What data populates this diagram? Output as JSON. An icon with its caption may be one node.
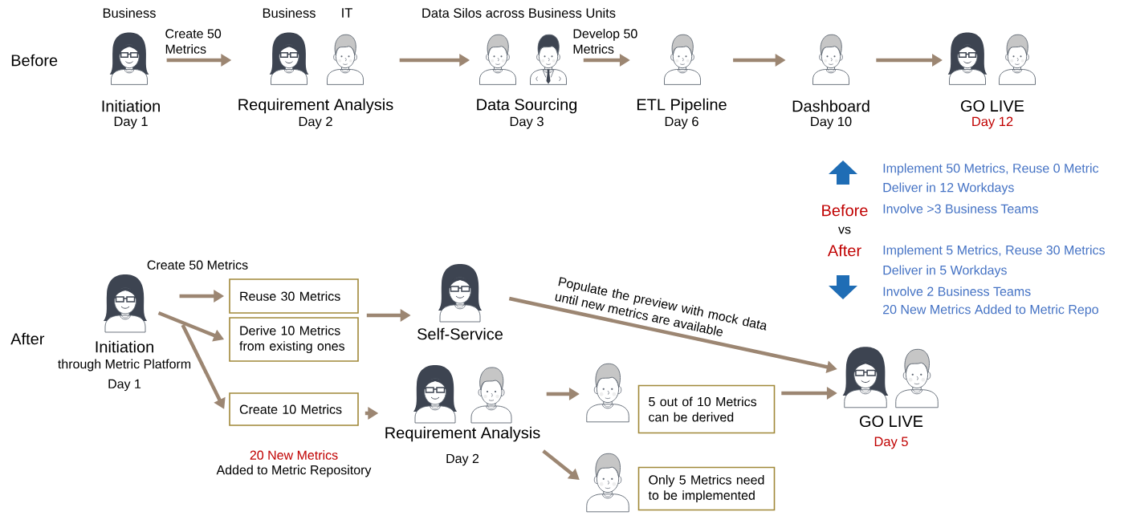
{
  "diagram": {
    "nodes": [
      {
        "text": [
          "Initiation",
          "Day 1"
        ],
        "beside": [
          "Business"
        ]
      },
      {
        "text": [
          "Requirement Analysis",
          "Day 2"
        ],
        "beside": [
          "Business",
          "IT"
        ]
      },
      {
        "text": [
          "Data Sourcing",
          "Day 3"
        ],
        "beside": [
          "Data Silos across Business Units"
        ]
      },
      {
        "text": [
          "ETL Pipeline",
          "Day 6"
        ]
      },
      {
        "text": [
          "Dashboard",
          "Day 10"
        ]
      },
      {
        "text": [
          "GO LIVE",
          "Day 12"
        ]
      },
      {
        "text": [
          "Initiation",
          "through Metric Platform",
          "Day 1"
        ]
      },
      {
        "text": [
          "Reuse 30 Metrics"
        ]
      },
      {
        "text": [
          "Derive 10 Metrics from existing ones"
        ]
      },
      {
        "text": [
          "Create 10 Metrics"
        ]
      },
      {
        "text": [
          "Self-Service"
        ]
      },
      {
        "text": [
          "Requirement Analysis",
          "Day 2"
        ]
      },
      {
        "text": [],
        "shape": "person"
      },
      {
        "text": [
          "5 out of 10 Metrics can be derived"
        ]
      },
      {
        "text": [],
        "shape": "person"
      },
      {
        "text": [
          "Only 5 Metrics need to be implemented"
        ]
      },
      {
        "text": [
          "GO LIVE",
          "Day 5"
        ]
      }
    ],
    "edges": [
      {
        "from": 0,
        "to": 1,
        "arrow": "to",
        "label": "Create 50 Metrics"
      },
      {
        "from": 1,
        "to": 2,
        "arrow": "to"
      },
      {
        "from": 2,
        "to": 3,
        "arrow": "to",
        "label": "Develop 50 Metrics"
      },
      {
        "from": 3,
        "to": 4,
        "arrow": "to"
      },
      {
        "from": 4,
        "to": 5,
        "arrow": "to"
      },
      {
        "from": 6,
        "to": 7,
        "arrow": "to"
      },
      {
        "from": 6,
        "to": 8,
        "arrow": "to"
      },
      {
        "from": 6,
        "to": 9,
        "arrow": "to"
      },
      {
        "from": 7,
        "to": 10,
        "arrow": "to"
      },
      {
        "from": 8,
        "to": 10,
        "arrow": "to"
      },
      {
        "from": 9,
        "to": 11,
        "arrow": "to"
      },
      {
        "from": 10,
        "to": 16,
        "arrow": "to",
        "label": "Populate the preview with mock data until new metrics are available"
      },
      {
        "from": 11,
        "to": 12,
        "arrow": "to"
      },
      {
        "from": 11,
        "to": 14,
        "arrow": "to"
      },
      {
        "from": 13,
        "to": 16,
        "arrow": "to"
      }
    ],
    "labels": [
      "Before",
      "Before",
      "vs",
      "After",
      "Implement 50 Metrics, Reuse 0 Metric",
      "Deliver in 12 Workdays",
      "Involve >3 Business Teams",
      "Implement 5 Metrics, Reuse 30 Metrics",
      "Deliver in 5 Workdays",
      "Involve 2 Business Teams",
      "20 New Metrics Added to Metric Repo",
      "Create 50 Metrics",
      "After",
      "20 New Metrics",
      "Added to Metric Repository"
    ]
  }
}
